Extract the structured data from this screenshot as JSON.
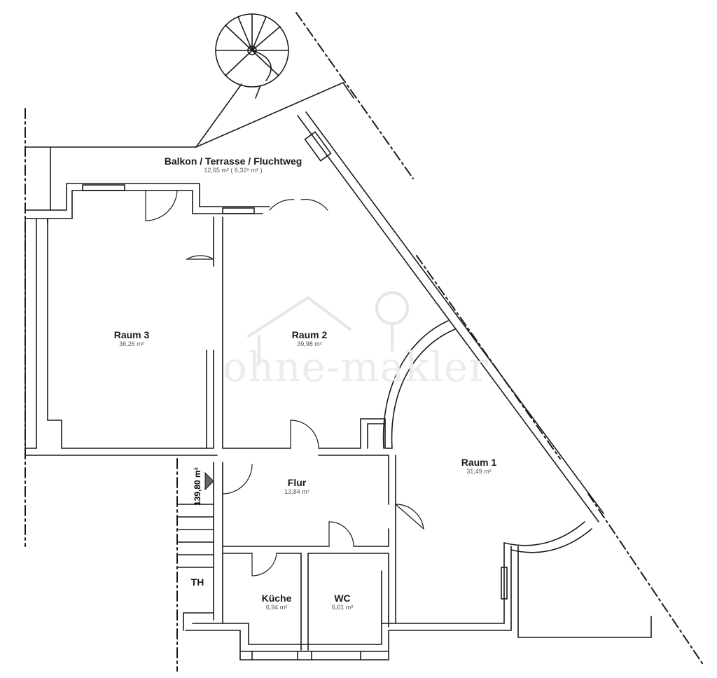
{
  "watermark": "ohne-makler",
  "balcony": {
    "name": "Balkon / Terrasse / Fluchtweg",
    "area": "12,65 m²  ( 6,32⁵ m² )"
  },
  "rooms": [
    {
      "id": "raum-3",
      "name": "Raum 3",
      "area": "36,26 m²"
    },
    {
      "id": "raum-2",
      "name": "Raum 2",
      "area": "39,98 m²"
    },
    {
      "id": "raum-1",
      "name": "Raum 1",
      "area": "31,49 m²"
    },
    {
      "id": "flur",
      "name": "Flur",
      "area": "13,84 m²"
    },
    {
      "id": "kueche",
      "name": "Küche",
      "area": "6,94 m²"
    },
    {
      "id": "wc",
      "name": "WC",
      "area": "6,61 m²"
    }
  ],
  "total_area": "139,80 m²",
  "stair_label": "TH",
  "colors": {
    "wall": "#1a1a1a",
    "watermark": "#e8e8e8"
  }
}
